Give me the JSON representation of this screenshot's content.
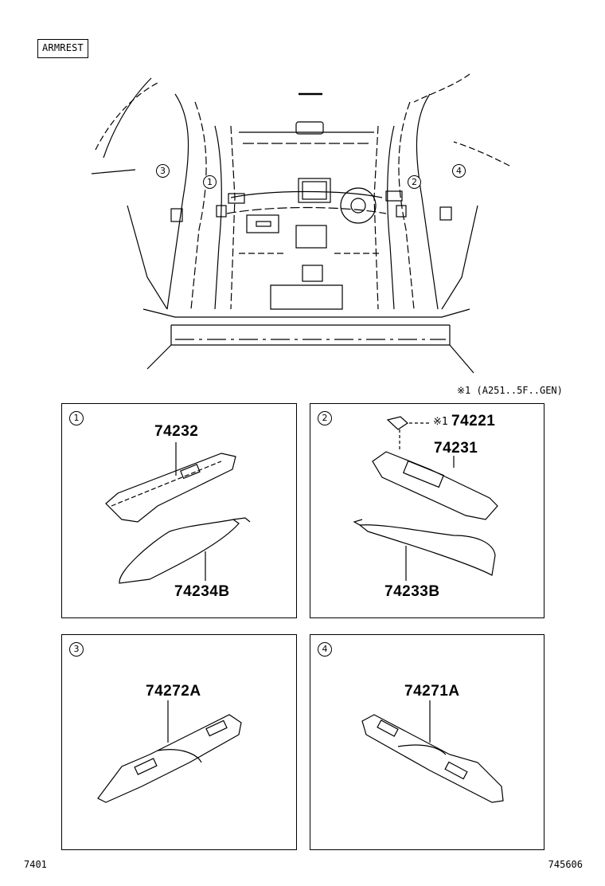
{
  "header": {
    "label": "ARMREST"
  },
  "note": {
    "text": "※1 (A251..5F..GEN)"
  },
  "overview": {
    "callouts": [
      "3",
      "1",
      "2",
      "4"
    ]
  },
  "panels": [
    {
      "num": "1",
      "parts": [
        "74232",
        "74234B"
      ]
    },
    {
      "num": "2",
      "parts": [
        "74221",
        "74231",
        "74233B"
      ],
      "part_note": "※1"
    },
    {
      "num": "3",
      "parts": [
        "74272A"
      ]
    },
    {
      "num": "4",
      "parts": [
        "74271A"
      ]
    }
  ],
  "footer": {
    "left": "7401",
    "right": "745606"
  }
}
